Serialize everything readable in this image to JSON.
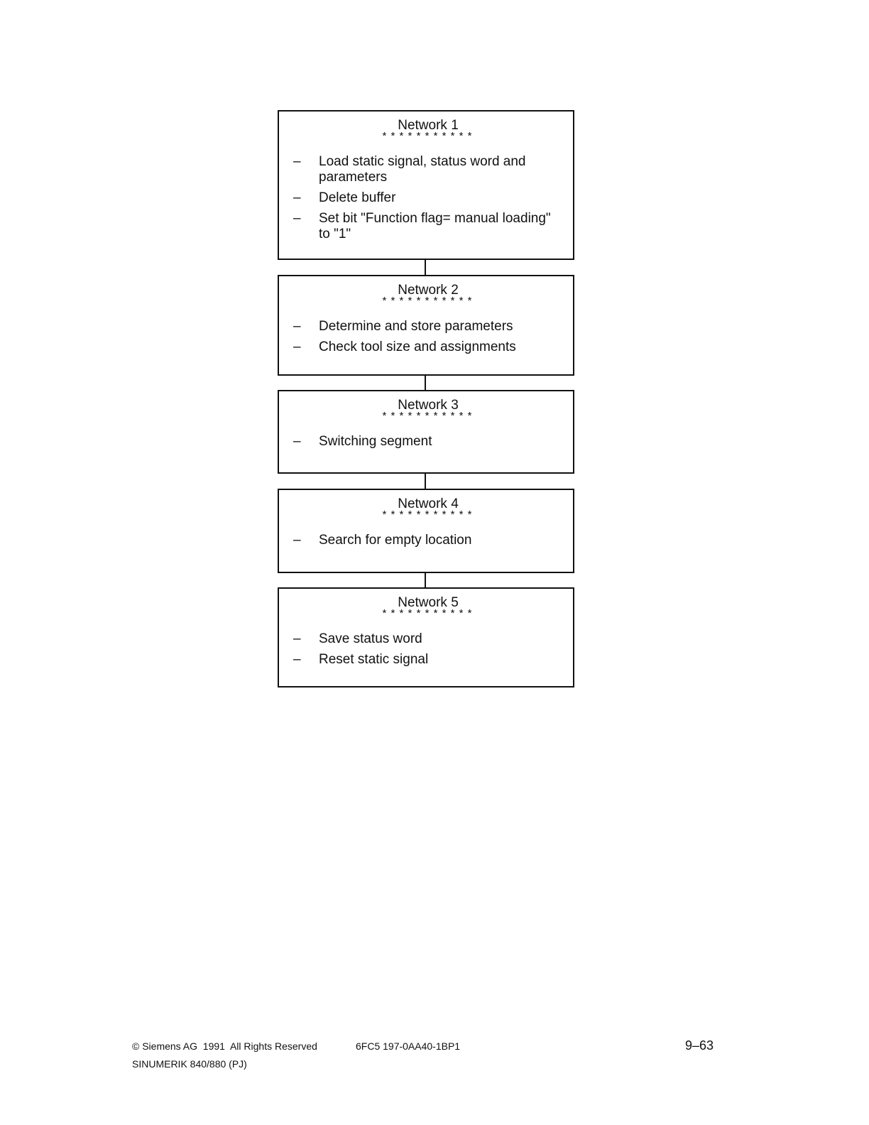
{
  "networks": [
    {
      "title": "Network 1",
      "stars": "* * * * * * * * * * *",
      "items": [
        {
          "dash": "–",
          "text": "Load static signal, status word and parameters"
        },
        {
          "dash": "–",
          "text": "Delete buffer"
        },
        {
          "dash": "–",
          "text": "Set bit \"Function flag= manual loading\" to \"1\""
        }
      ]
    },
    {
      "title": "Network 2",
      "stars": "* * * * * * * * * * *",
      "items": [
        {
          "dash": "–",
          "text": "Determine and store parameters"
        },
        {
          "dash": "–",
          "text": "Check tool size and assignments"
        }
      ]
    },
    {
      "title": "Network 3",
      "stars": "* * * * * * * * * * *",
      "items": [
        {
          "dash": "–",
          "text": "Switching segment"
        }
      ]
    },
    {
      "title": "Network 4",
      "stars": "* * * * * * * * * * *",
      "items": [
        {
          "dash": "–",
          "text": "Search for empty location"
        }
      ]
    },
    {
      "title": "Network 5",
      "stars": "* * * * * * * * * * *",
      "items": [
        {
          "dash": "–",
          "text": "Save status word"
        },
        {
          "dash": "–",
          "text": "Reset static signal"
        }
      ]
    }
  ],
  "footer": {
    "copyright": "© Siemens AG  1991  All Rights Reserved",
    "doc_number": "6FC5 197-0AA40-1BP1",
    "page_number": "9–63",
    "product": "SINUMERIK 840/880 (PJ)"
  }
}
